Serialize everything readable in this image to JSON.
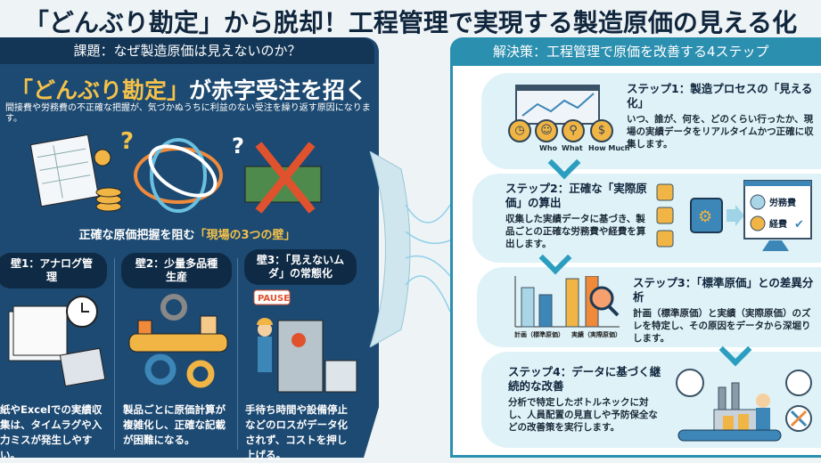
{
  "title": "「どんぶり勘定」から脱却！工程管理で実現する製造原価の見える化",
  "left": {
    "header": "課題：なぜ製造原価は見えないのか？",
    "headline_quote": "「どんぶり勘定」",
    "headline_rest": "が赤字受注を招く",
    "subtext": "間接費や労務費の不正確な把握が、気づかぬうちに利益のない受注を繰り返す原因になります。",
    "walls_title_prefix": "正確な原価把握を阻む",
    "walls_title_highlight": "「現場の3つの壁」",
    "walls": [
      {
        "label": "壁1：アナログ管理",
        "text": "紙やExcelでの実績収集は、タイムラグや入力ミスが発生しやすい。"
      },
      {
        "label": "壁2：少量多品種生産",
        "text": "製品ごとに原価計算が複雑化し、正確な記載が困難になる。"
      },
      {
        "label": "壁3：「見えないムダ」の常態化",
        "text": "手待ち時間や設備停止などのロスがデータ化されず、コストを押し上げる。",
        "sign": "PAUSE"
      }
    ]
  },
  "right": {
    "header": "解決策：工程管理で原価を改善する4ステップ",
    "steps": [
      {
        "title": "ステップ1：製造プロセスの「見える化」",
        "text": "いつ、誰が、何を、どのくらい行ったか、現場の実績データをリアルタイムかつ正確に収集します。",
        "icon_labels": [
          "Who",
          "What",
          "How Much"
        ]
      },
      {
        "title": "ステップ2：正確な「実際原価」の算出",
        "text": "収集した実績データに基づき、製品ごとの正確な労務費や経費を算出します。",
        "legend": [
          "労務費",
          "経費"
        ]
      },
      {
        "title": "ステップ3：「標準原価」との差異分析",
        "text": "計画（標準原価）と実績（実際原価）のズレを特定し、その原因をデータから深堀りします。",
        "chart_labels": [
          "計画（標準原価）",
          "実績（実際原価）"
        ]
      },
      {
        "title": "ステップ4：データに基づく継続的な改善",
        "text": "分析で特定したボトルネックに対し、人員配置の見直しや予防保全などの改善策を実行します。"
      }
    ]
  },
  "colors": {
    "navy": "#1d4a72",
    "teal": "#2b8fb0",
    "gold": "#f4c14a",
    "orange": "#f08a3a"
  }
}
